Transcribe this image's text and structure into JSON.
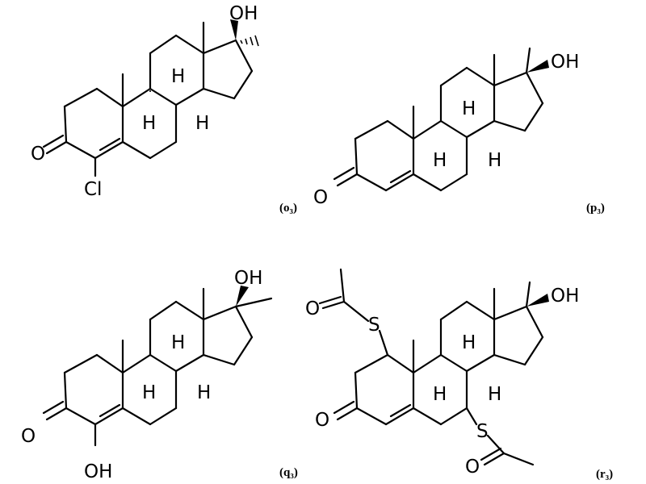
{
  "compounds": [
    {
      "id": "o3",
      "caption": "(o₃)",
      "labels": {
        "oh": "OH",
        "h1": "H",
        "h2": "H",
        "h3": "H",
        "o": "O",
        "sub": "Cl"
      }
    },
    {
      "id": "p3",
      "caption": "(p₃)",
      "labels": {
        "oh": "OH",
        "h1": "H",
        "h2": "H",
        "h3": "H",
        "o": "O"
      }
    },
    {
      "id": "q3",
      "caption": "(q₃)",
      "labels": {
        "oh": "OH",
        "h1": "H",
        "h2": "H",
        "h3": "H",
        "o": "O",
        "sub": "OH"
      }
    },
    {
      "id": "r3",
      "caption": "(r₃)",
      "labels": {
        "oh": "OH",
        "h1": "H",
        "h2": "H",
        "h3": "H",
        "o": "O",
        "s1": "S",
        "s2": "S",
        "ac1_o": "O",
        "ac2_o": "O"
      }
    }
  ]
}
